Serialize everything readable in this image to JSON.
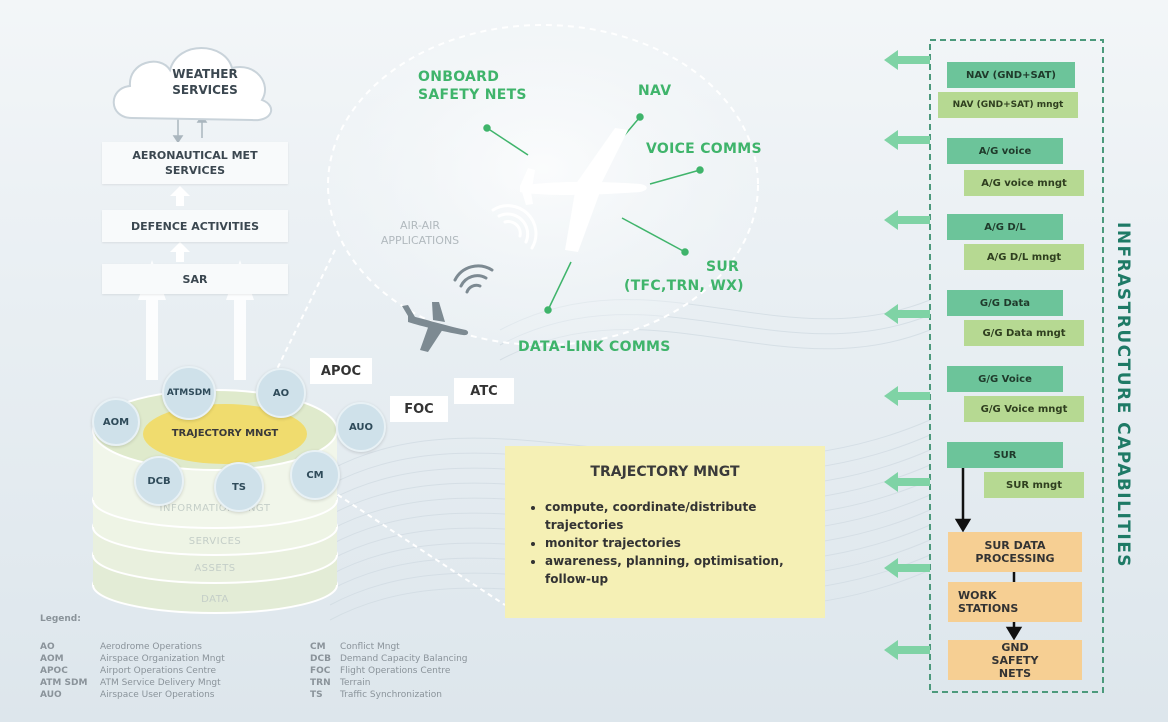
{
  "weather": "WEATHER SERVICES",
  "left_boxes": {
    "aero_met": "AERONAUTICAL MET SERVICES",
    "defence": "DEFENCE ACTIVITIES",
    "sar": "SAR"
  },
  "discs": {
    "atmsdm": "ATMSDM",
    "ao": "AO",
    "aom": "AOM",
    "auo": "AUO",
    "dcb": "DCB",
    "ts": "TS",
    "cm": "CM"
  },
  "stack": {
    "core": "TRAJECTORY MNGT",
    "layers": [
      "INFORMATION MNGT",
      "SERVICES",
      "ASSETS",
      "DATA"
    ]
  },
  "tags": {
    "apoc": "APOC",
    "foc": "FOC",
    "atc": "ATC"
  },
  "airborne": {
    "onboard": "ONBOARD SAFETY NETS",
    "nav": "NAV",
    "voice": "VOICE COMMS",
    "sur_line1": "SUR",
    "sur_line2": "(TFC,TRN, WX)",
    "datalink": "DATA-LINK COMMS",
    "airair": "AIR-AIR APPLICATIONS"
  },
  "trajectory_card": {
    "title": "TRAJECTORY MNGT",
    "bullets": [
      "compute, coordinate/distribute trajectories",
      "monitor trajectories",
      "awareness, planning, optimisation, follow-up"
    ]
  },
  "infrastructure": {
    "title": "INFRASTRUCTURE CAPABILITIES",
    "pairs": [
      {
        "main": "NAV (GND+SAT)",
        "mngt": "NAV (GND+SAT) mngt"
      },
      {
        "main": "A/G voice",
        "mngt": "A/G voice mngt"
      },
      {
        "main": "A/G D/L",
        "mngt": "A/G D/L mngt"
      },
      {
        "main": "G/G Data",
        "mngt": "G/G Data mngt"
      },
      {
        "main": "G/G Voice",
        "mngt": "G/G Voice mngt"
      },
      {
        "main": "SUR",
        "mngt": "SUR mngt"
      }
    ],
    "sur_processing": "SUR DATA PROCESSING",
    "work_stations": "WORK STATIONS",
    "gnd_safety": "GND SAFETY NETS"
  },
  "legend": {
    "heading": "Legend:",
    "left": [
      {
        "k": "AO",
        "v": "Aerodrome Operations"
      },
      {
        "k": "AOM",
        "v": "Airspace Organization Mngt"
      },
      {
        "k": "APOC",
        "v": "Airport Operations Centre"
      },
      {
        "k": "ATM SDM",
        "v": "ATM Service Delivery Mngt"
      },
      {
        "k": "AUO",
        "v": "Airspace User Operations"
      }
    ],
    "right": [
      {
        "k": "CM",
        "v": "Conflict Mngt"
      },
      {
        "k": "DCB",
        "v": "Demand Capacity Balancing"
      },
      {
        "k": "FOC",
        "v": "Flight Operations Centre"
      },
      {
        "k": "TRN",
        "v": "Terrain"
      },
      {
        "k": "TS",
        "v": "Traffic Synchronization"
      }
    ]
  },
  "colors": {
    "green_text": "#3fb46b",
    "infra_green": "#6cc49a",
    "infra_light": "#b6d992",
    "orange": "#f6cf93",
    "card_yellow": "#f5f0b5",
    "title_teal": "#1e7a66"
  }
}
